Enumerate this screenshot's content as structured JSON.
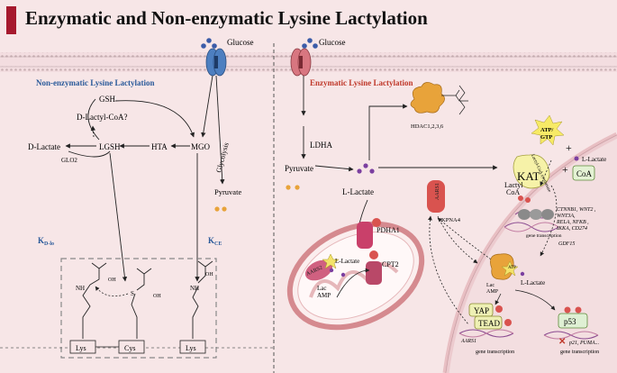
{
  "title": "Enzymatic and Non-enzymatic Lysine Lactylation",
  "colors": {
    "accent": "#a6192e",
    "background": "#f7e6e7",
    "section_blue": "#2a5a9a",
    "section_red": "#c0392b",
    "glucose_dot": "#3b5ca8",
    "pyruvate_dot": "#e8a33a",
    "lactate_dot": "#7b3fa0",
    "enzyme_red": "#d9534f"
  },
  "left": {
    "section_title": "Non-enzymatic Lysine Lactylation",
    "glucose": "Glucose",
    "gsh": "GSH",
    "d_lactyl_coa": "D-Lactyl-CoA?",
    "d_lactate": "D-Lactate",
    "lgsh": "LGSH",
    "hta": "HTA",
    "mgo": "MGO",
    "glo2": "GLO2",
    "glycolysis": "Glycolysis",
    "pyruvate": "Pyruvate",
    "k_d_lo": "K",
    "k_d_lo_sub": "D-lo",
    "k_ce": "K",
    "k_ce_sub": "CE",
    "lys1": "Lys",
    "cys": "Cys",
    "lys2": "Lys",
    "nh1": "NH",
    "nh2": "NH",
    "s_atom": "S",
    "oh1": "OH",
    "oh2": "OH",
    "oh3": "OH"
  },
  "right": {
    "glucose": "Glucose",
    "section_title": "Enzymatic Lysine Lactylation",
    "hdac": "HDAC1,2,3,6",
    "ldha": "LDHA",
    "pyruvate": "Pyruvate",
    "l_lactate_main": "L-Lactate",
    "pdha1": "PDHA1",
    "cpt2": "CPT2",
    "aars2": "AARS2",
    "mito_l_lactate": "L-Lactate",
    "lac_amp": "Lac",
    "amp": "AMP",
    "aars1": "AARS1",
    "kpna4": "KPNA4",
    "atp_gtp_1": "ATP/",
    "atp_gtp_2": "GTP",
    "l_lactate_dot": "L-Lactate",
    "plus1": "+",
    "plus2": "+",
    "coa": "CoA",
    "kat": "KAT",
    "lactyl_coa_synth": "Lactyl-CoA synthetase",
    "lactyl": "Lactyl",
    "coa2": "CoA",
    "genes_line1": "CTNNB1, WNT2 ,",
    "genes_line2": "WNT3A,",
    "genes_line3": "RELA, NFKB ,",
    "genes_line4": "IKKA, CD274",
    "gene_transcription_1": "gene transcription",
    "gdf15": "GDF15",
    "atp_small": "ATP",
    "lac_amp2": "Lac",
    "amp2": "AMP",
    "l_lactate_nuc": "L-Lactate",
    "yap": "YAP",
    "tead": "TEAD",
    "p53": "p53",
    "aars1_gene": "AARS1",
    "gene_transcription_2": "gene transcription",
    "p21_puma": "p21, PUMA...",
    "gene_transcription_3": "gene transcription",
    "lac": "Lac",
    "k": "K"
  }
}
